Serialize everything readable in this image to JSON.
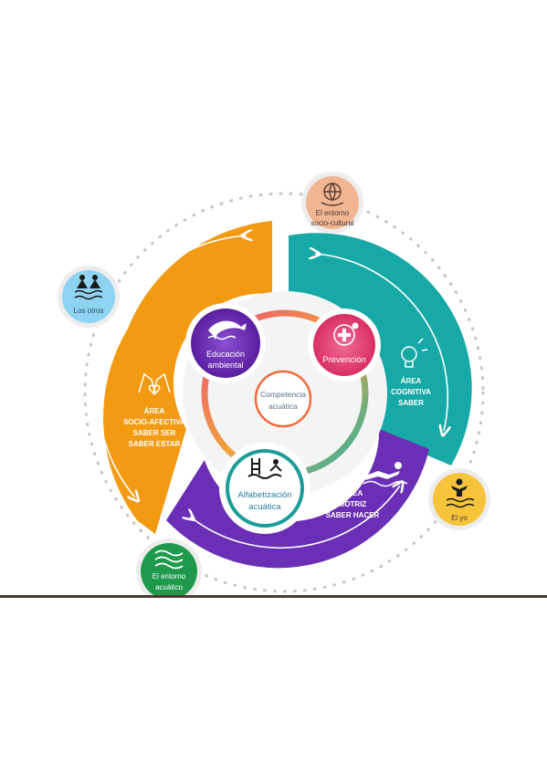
{
  "center": {
    "label_lines": [
      "Competencia",
      "acuática"
    ]
  },
  "areas": {
    "cognitive": {
      "label_lines": [
        "ÁREA",
        "COGNITIVA",
        "SABER"
      ],
      "color": "#17a9a6"
    },
    "socio_affective": {
      "label_lines": [
        "ÁREA",
        "SOCIO-AFECTIVA",
        "SABER SER",
        "SABER ESTAR"
      ],
      "color": "#f29a12"
    },
    "motor": {
      "label_lines": [
        "ÁREA",
        "MOTRIZ",
        "SABER HACER"
      ],
      "color": "#6a2fb5"
    }
  },
  "inner_circles": {
    "environmental": {
      "label_lines": [
        "Educación",
        "ambiental"
      ],
      "icon": "dolphin-icon",
      "color": "#6b2fb0"
    },
    "prevention": {
      "label_lines": [
        "Prevención"
      ],
      "icon": "first-aid-kit-icon",
      "color": "#e9437a"
    },
    "literacy": {
      "label_lines": [
        "Alfabetización",
        "acuática"
      ],
      "icon": "pool-ladder-swimmer-icon",
      "color": "#1fa6a6"
    }
  },
  "outer_badges": {
    "los_otros": {
      "label_lines": [
        "Los otros"
      ],
      "icon": "group-in-water-icon",
      "color": "#8fd3f2"
    },
    "entorno_socio_cultural": {
      "label_lines": [
        "El entorno",
        "socio-cultural"
      ],
      "icon": "globe-hand-icon",
      "color": "#f1b592"
    },
    "el_yo": {
      "label_lines": [
        "El yo"
      ],
      "icon": "person-in-water-icon",
      "color": "#f6c33a"
    },
    "entorno_acuatico": {
      "label_lines": [
        "El entorno",
        "acuático"
      ],
      "icon": "waves-icon",
      "color": "#1f9a4c"
    }
  },
  "area_icons": {
    "socio_affective": "hands-heart-icon",
    "cognitive": "lightbulb-icon",
    "motor": "swimmer-icon"
  }
}
